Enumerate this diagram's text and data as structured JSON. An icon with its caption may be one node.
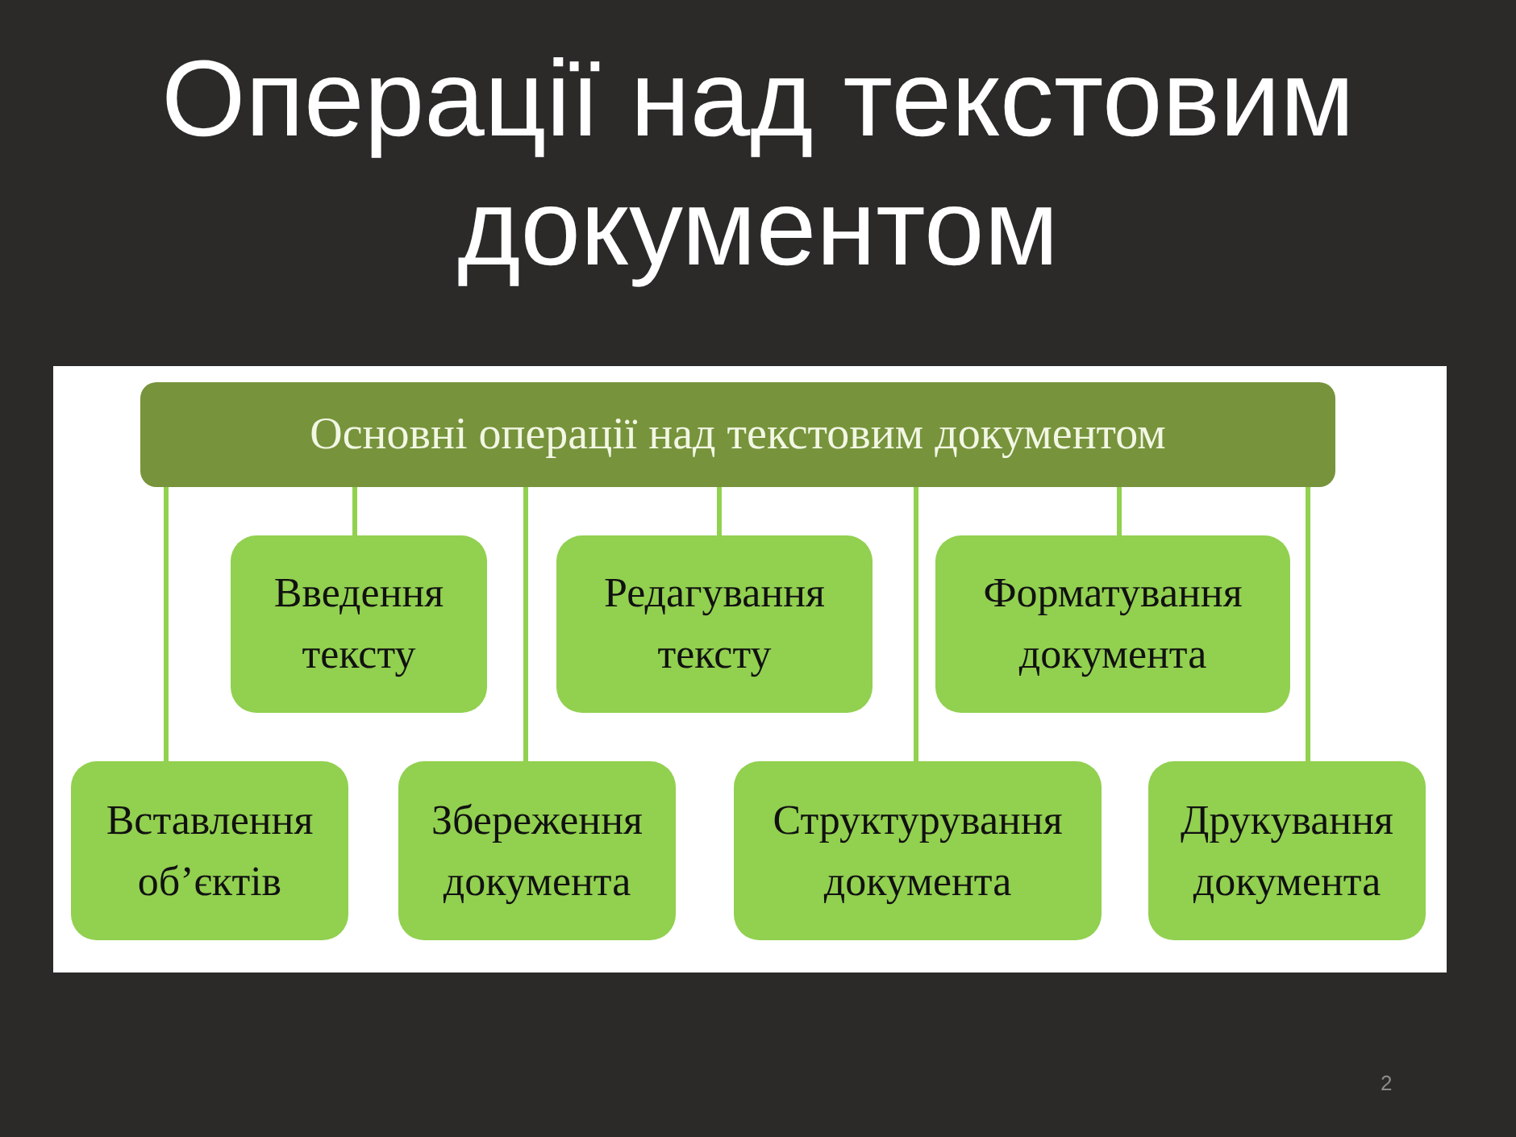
{
  "diagram": {
    "title": "Операції над текстовим документом",
    "nodes": [
      {
        "text": [
          "Основні операції над текстовим документом"
        ]
      },
      {
        "text": [
          "Введення тексту"
        ]
      },
      {
        "text": [
          "Редагування тексту"
        ]
      },
      {
        "text": [
          "Форматування документа"
        ]
      },
      {
        "text": [
          "Вставлення об’єктів"
        ]
      },
      {
        "text": [
          "Збереження документа"
        ]
      },
      {
        "text": [
          "Структурування документа"
        ]
      },
      {
        "text": [
          "Друкування документа"
        ]
      }
    ],
    "edges": [
      {
        "from": 0,
        "to": 1,
        "arrow": "none"
      },
      {
        "from": 0,
        "to": 2,
        "arrow": "none"
      },
      {
        "from": 0,
        "to": 3,
        "arrow": "none"
      },
      {
        "from": 0,
        "to": 4,
        "arrow": "none"
      },
      {
        "from": 0,
        "to": 5,
        "arrow": "none"
      },
      {
        "from": 0,
        "to": 6,
        "arrow": "none"
      },
      {
        "from": 0,
        "to": 7,
        "arrow": "none"
      }
    ],
    "labels": [
      "2"
    ]
  }
}
